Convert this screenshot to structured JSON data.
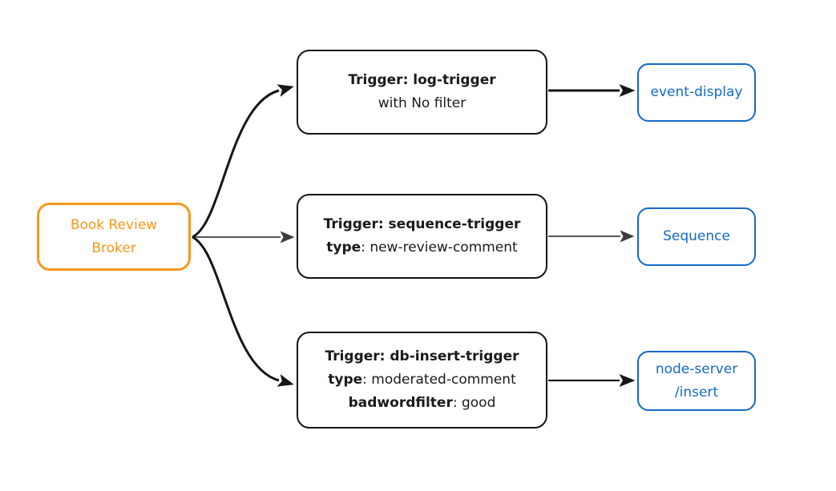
{
  "colors": {
    "orange": "#F6981E",
    "blue": "#1569C7",
    "edge_dark": "#161616",
    "edge_gray": "#3D3D3D"
  },
  "broker": {
    "label": "Book Review Broker"
  },
  "triggers": [
    {
      "title": "Trigger: log-trigger",
      "attr1_key": "",
      "attr1_rest": "with No filter"
    },
    {
      "title": "Trigger: sequence-trigger",
      "attr1_key": "type",
      "attr1_rest": ": new-review-comment"
    },
    {
      "title": "Trigger: db-insert-trigger",
      "attr1_key": "type",
      "attr1_rest": ": moderated-comment",
      "attr2_key": "badwordfilter",
      "attr2_rest": ": good"
    }
  ],
  "sinks": [
    {
      "label": "event-display"
    },
    {
      "label": "Sequence"
    },
    {
      "label_line1": "node-server",
      "label_line2": "/insert"
    }
  ]
}
